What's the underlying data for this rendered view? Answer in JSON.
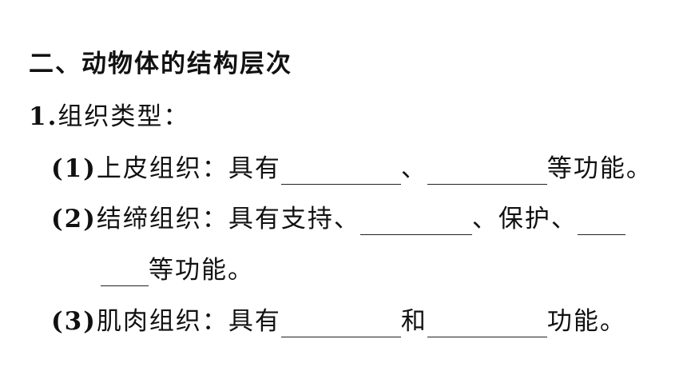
{
  "section_title": "二、动物体的结构层次",
  "item1": {
    "number": "1.",
    "label": "组织类型："
  },
  "item1_1": {
    "number": "(1)",
    "text_a": "上皮组织：具有",
    "sep": "、",
    "text_b": "等功能。"
  },
  "item1_2": {
    "number": "(2)",
    "text_a": "结缔组织：具有支持、",
    "sep": "、保护、",
    "text_b": "等功能。"
  },
  "item1_3": {
    "number": "(3)",
    "text_a": "肌肉组织：具有",
    "sep": "和",
    "text_b": "功能。"
  }
}
